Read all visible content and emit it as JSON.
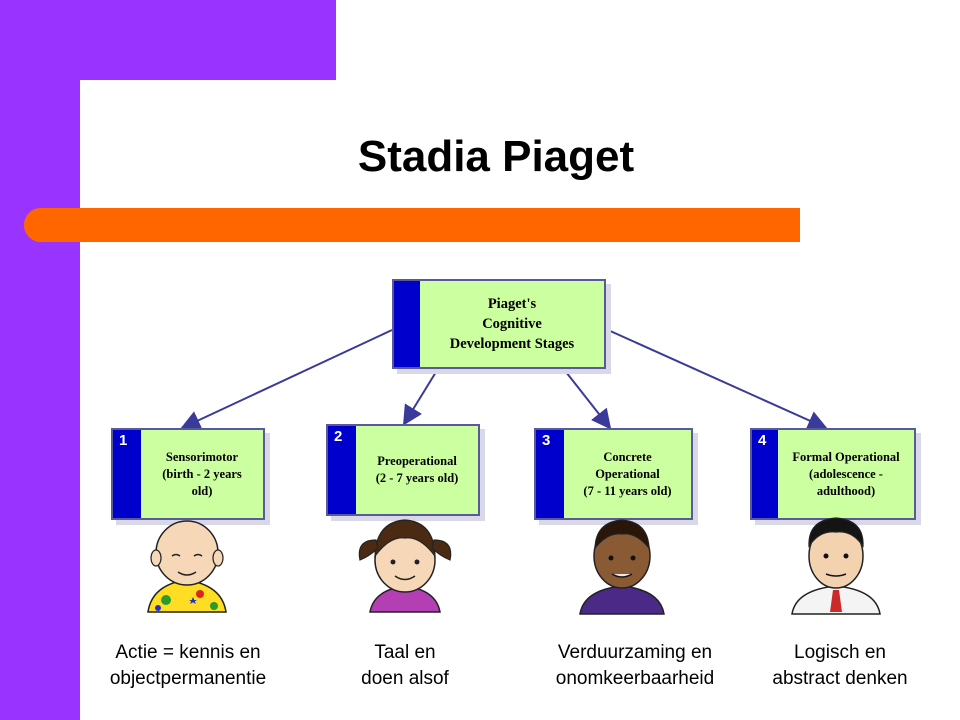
{
  "title": "Stadia Piaget",
  "colors": {
    "purple": "#9933ff",
    "orange": "#ff6600",
    "box_fill": "#ccffa0",
    "box_strip": "#0000cc",
    "arrow": "#3a3a9a"
  },
  "root": {
    "label": "Piaget's\nCognitive\nDevelopment Stages"
  },
  "stages": [
    {
      "number": "1",
      "label": "Sensorimotor\n(birth - 2 years\nold)",
      "caption": "Actie = kennis en\nobjectpermanentie",
      "figure": "baby-face-icon"
    },
    {
      "number": "2",
      "label": "Preoperational\n(2 - 7 years old)",
      "caption": "Taal en\ndoen alsof",
      "figure": "girl-face-icon"
    },
    {
      "number": "3",
      "label": "Concrete\nOperational\n(7 - 11 years old)",
      "caption": "Verduurzaming en\nonomkeerbaarheid",
      "figure": "boy-face-icon"
    },
    {
      "number": "4",
      "label": "Formal Operational\n(adolescence -\nadulthood)",
      "caption": "Logisch en\nabstract denken",
      "figure": "man-face-icon"
    }
  ]
}
